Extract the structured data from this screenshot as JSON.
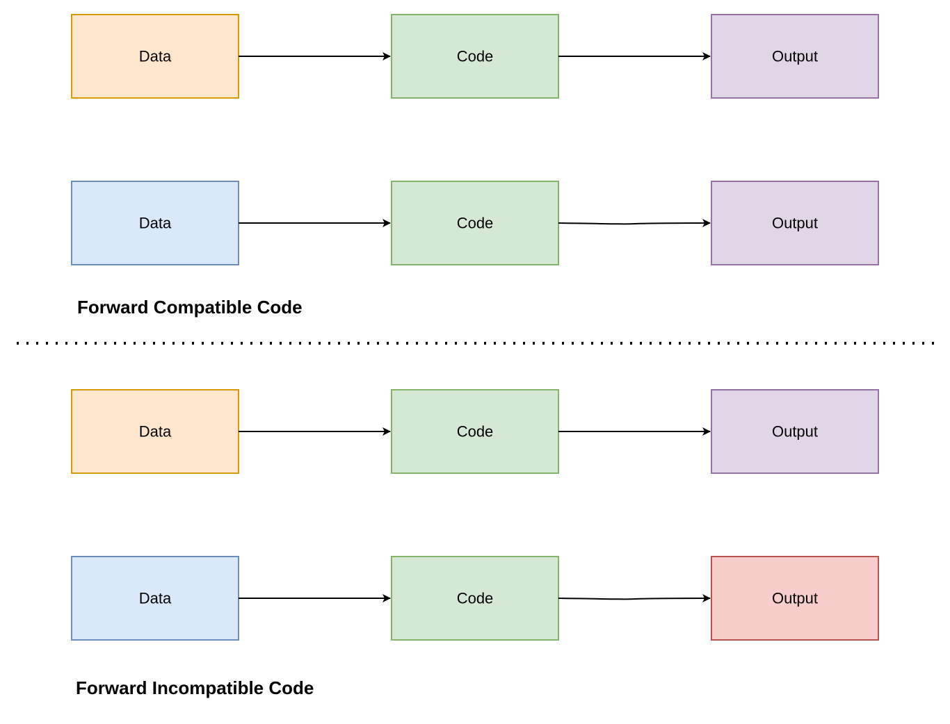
{
  "sections": [
    {
      "title": "Forward Compatible Code",
      "rows": [
        {
          "nodes": [
            {
              "label": "Data",
              "fill": "#ffe6cc",
              "stroke": "#d79b00"
            },
            {
              "label": "Code",
              "fill": "#d5e8d4",
              "stroke": "#82b366"
            },
            {
              "label": "Output",
              "fill": "#e1d5e7",
              "stroke": "#9673a6"
            }
          ]
        },
        {
          "nodes": [
            {
              "label": "Data",
              "fill": "#dae8fc",
              "stroke": "#6c8ebf"
            },
            {
              "label": "Code",
              "fill": "#d5e8d4",
              "stroke": "#82b366"
            },
            {
              "label": "Output",
              "fill": "#e1d5e7",
              "stroke": "#9673a6"
            }
          ]
        }
      ]
    },
    {
      "title": "Forward Incompatible Code",
      "rows": [
        {
          "nodes": [
            {
              "label": "Data",
              "fill": "#ffe6cc",
              "stroke": "#d79b00"
            },
            {
              "label": "Code",
              "fill": "#d5e8d4",
              "stroke": "#82b366"
            },
            {
              "label": "Output",
              "fill": "#e1d5e7",
              "stroke": "#9673a6"
            }
          ]
        },
        {
          "nodes": [
            {
              "label": "Data",
              "fill": "#dae8fc",
              "stroke": "#6c8ebf"
            },
            {
              "label": "Code",
              "fill": "#d5e8d4",
              "stroke": "#82b366"
            },
            {
              "label": "Output",
              "fill": "#f8cecc",
              "stroke": "#b85450"
            }
          ]
        }
      ]
    }
  ],
  "divider": {
    "style": "dotted",
    "color": "#000000"
  },
  "edge_color": "#000000"
}
